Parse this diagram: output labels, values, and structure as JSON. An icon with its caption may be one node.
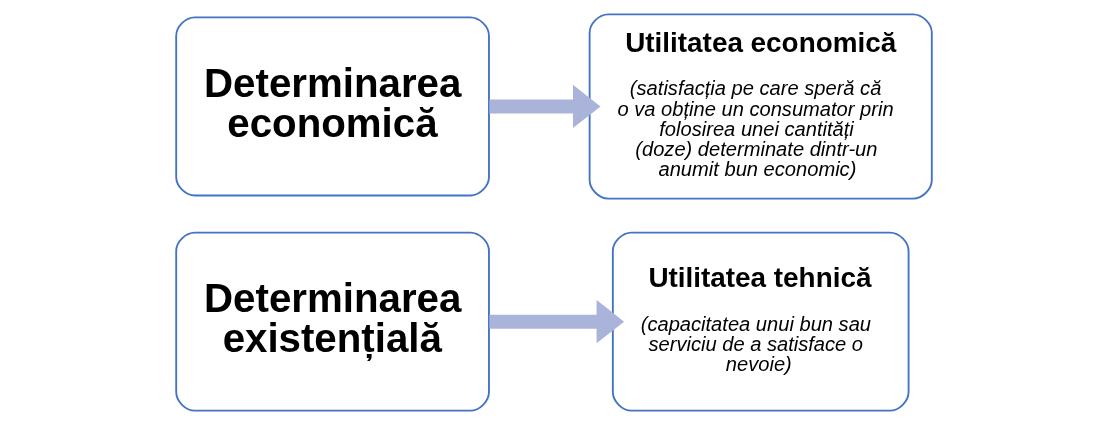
{
  "diagram": {
    "nodes": [
      {
        "text": [
          "Determinarea existențială"
        ]
      },
      {
        "text": [
          "Utilitatea tehnică",
          "(capacitatea unui bun sau serviciu de a satisface o nevoie)"
        ]
      },
      {
        "text": [
          "Determinarea economică"
        ]
      },
      {
        "text": [
          "Utilitatea economică",
          "(satisfacția pe care speră că o va obține un consumator prin folosirea unei cantități (doze) determinate dintr-un anumit bun economic)"
        ]
      }
    ],
    "edges": [
      {
        "from": 0,
        "to": 1,
        "arrow": "to"
      },
      {
        "from": 2,
        "to": 3,
        "arrow": "to"
      }
    ]
  }
}
